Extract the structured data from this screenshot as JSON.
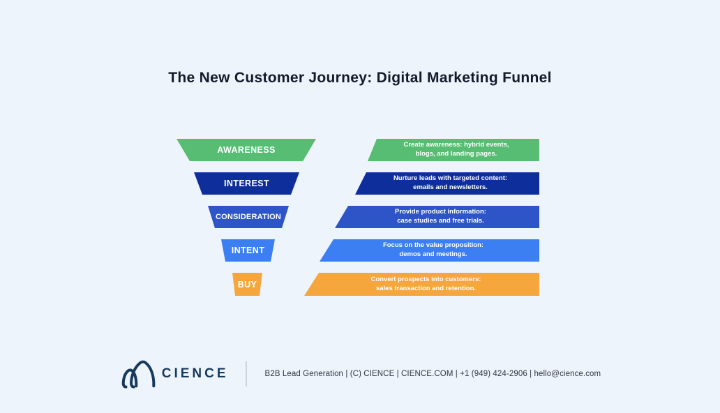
{
  "title": "The New Customer Journey: Digital Marketing Funnel",
  "funnel": {
    "stages": [
      {
        "id": "awareness",
        "label": "AWARENESS",
        "color": "#56BD72",
        "desc_line1": "Create awareness: hybrid events,",
        "desc_line2": "blogs, and landing pages."
      },
      {
        "id": "interest",
        "label": "INTEREST",
        "color": "#0E2E9C",
        "desc_line1": "Nurture leads with targeted content:",
        "desc_line2": "emails and newsletters."
      },
      {
        "id": "consideration",
        "label": "CONSIDERATION",
        "color": "#2E55C7",
        "desc_line1": "Provide product information:",
        "desc_line2": "case studies and free trials."
      },
      {
        "id": "intent",
        "label": "INTENT",
        "color": "#3C7FF3",
        "desc_line1": "Focus on the value proposition:",
        "desc_line2": "demos and meetings."
      },
      {
        "id": "buy",
        "label": "BUY",
        "color": "#F5A63C",
        "desc_line1": "Convert prospects into customers:",
        "desc_line2": "sales transaction and retention."
      }
    ]
  },
  "footer": {
    "brand": "CIENCE",
    "info": "B2B Lead Generation | (C) CIENCE | CIENCE.COM | +1 (949) 424-2906 | hello@cience.com"
  },
  "colors": {
    "background": "#EEF4FB",
    "title_text": "#131A2B",
    "stage_label_text": "#FFFFFF",
    "brand_navy": "#16395E",
    "footer_text": "#33363D",
    "divider": "#C9D4E0"
  }
}
